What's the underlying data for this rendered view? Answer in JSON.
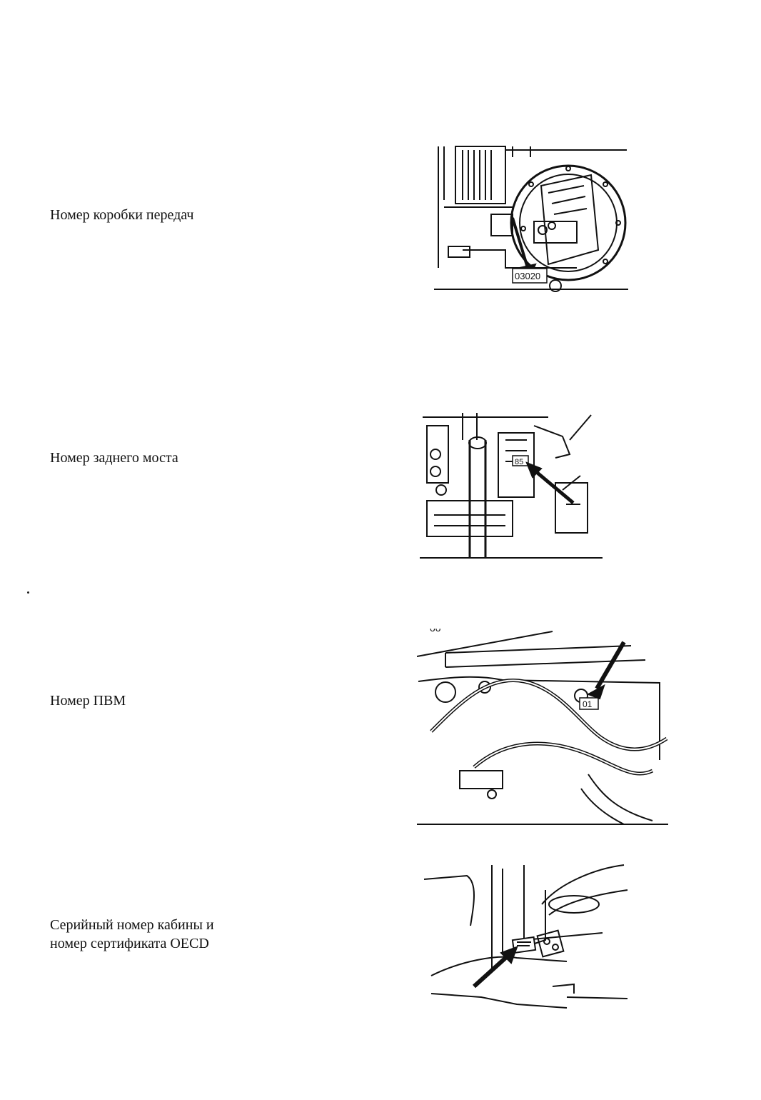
{
  "items": [
    {
      "caption_lines": [
        "Номер коробки передач"
      ],
      "figure_label": "03020",
      "figure": "gearbox-illustration"
    },
    {
      "caption_lines": [
        "Номер заднего моста"
      ],
      "figure_label": "85",
      "figure": "rear-axle-illustration"
    },
    {
      "caption_lines": [
        "Номер ПВМ"
      ],
      "figure_label": "01",
      "figure": "front-drive-axle-illustration"
    },
    {
      "caption_lines": [
        "Серийный номер кабины и",
        "номер сертификата OECD"
      ],
      "figure_label": "",
      "figure": "cab-plate-illustration"
    }
  ],
  "colors": {
    "ink": "#111111",
    "paper": "#ffffff"
  }
}
